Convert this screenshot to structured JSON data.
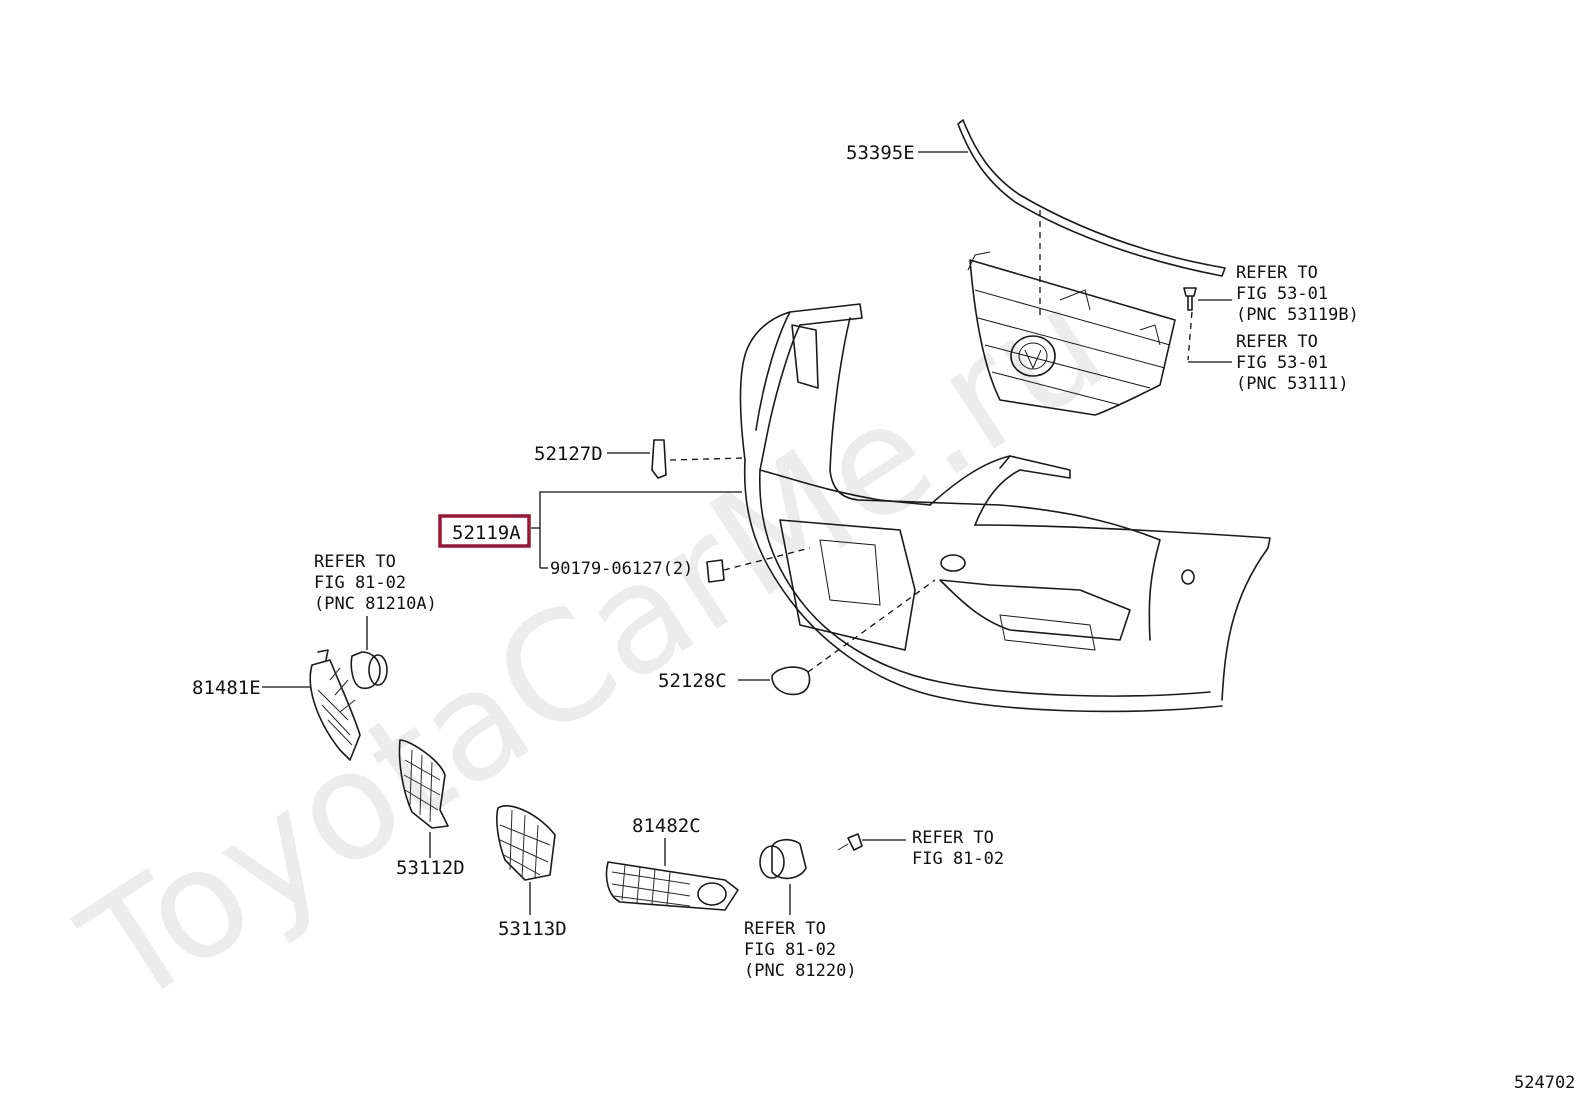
{
  "watermark": "ToyotaCarMe.ru",
  "figure_number": "524702",
  "highlight_color": "#9b1535",
  "labels": {
    "p53395E": "53395E",
    "p52127D": "52127D",
    "p52119A": "52119A",
    "p90179": "90179-06127(2)",
    "p52128C": "52128C",
    "p81481E": "81481E",
    "p53112D": "53112D",
    "p53113D": "53113D",
    "p81482C": "81482C"
  },
  "refs": {
    "grille_upper": [
      "REFER TO",
      "FIG 53-01",
      "(PNC 53119B)"
    ],
    "grille_lower": [
      "REFER TO",
      "FIG 53-01",
      "(PNC 53111)"
    ],
    "fog_left": [
      "REFER TO",
      "FIG 81-02",
      "(PNC 81210A)"
    ],
    "fog_screw": [
      "REFER TO",
      "FIG 81-02"
    ],
    "fog_right": [
      "REFER TO",
      "FIG 81-02",
      "(PNC 81220)"
    ]
  }
}
